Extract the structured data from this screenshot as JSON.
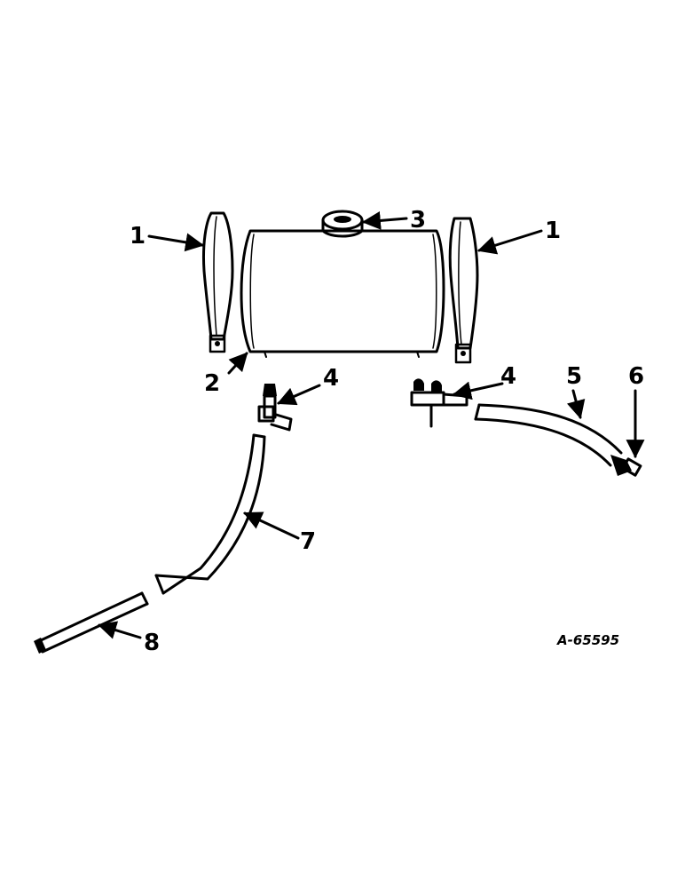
{
  "diagram": {
    "callouts": {
      "c1a": "1",
      "c1b": "1",
      "c2": "2",
      "c3": "3",
      "c4a": "4",
      "c4b": "4",
      "c5": "5",
      "c6": "6",
      "c7": "7",
      "c8": "8"
    },
    "figure_ref": "A-65595"
  }
}
